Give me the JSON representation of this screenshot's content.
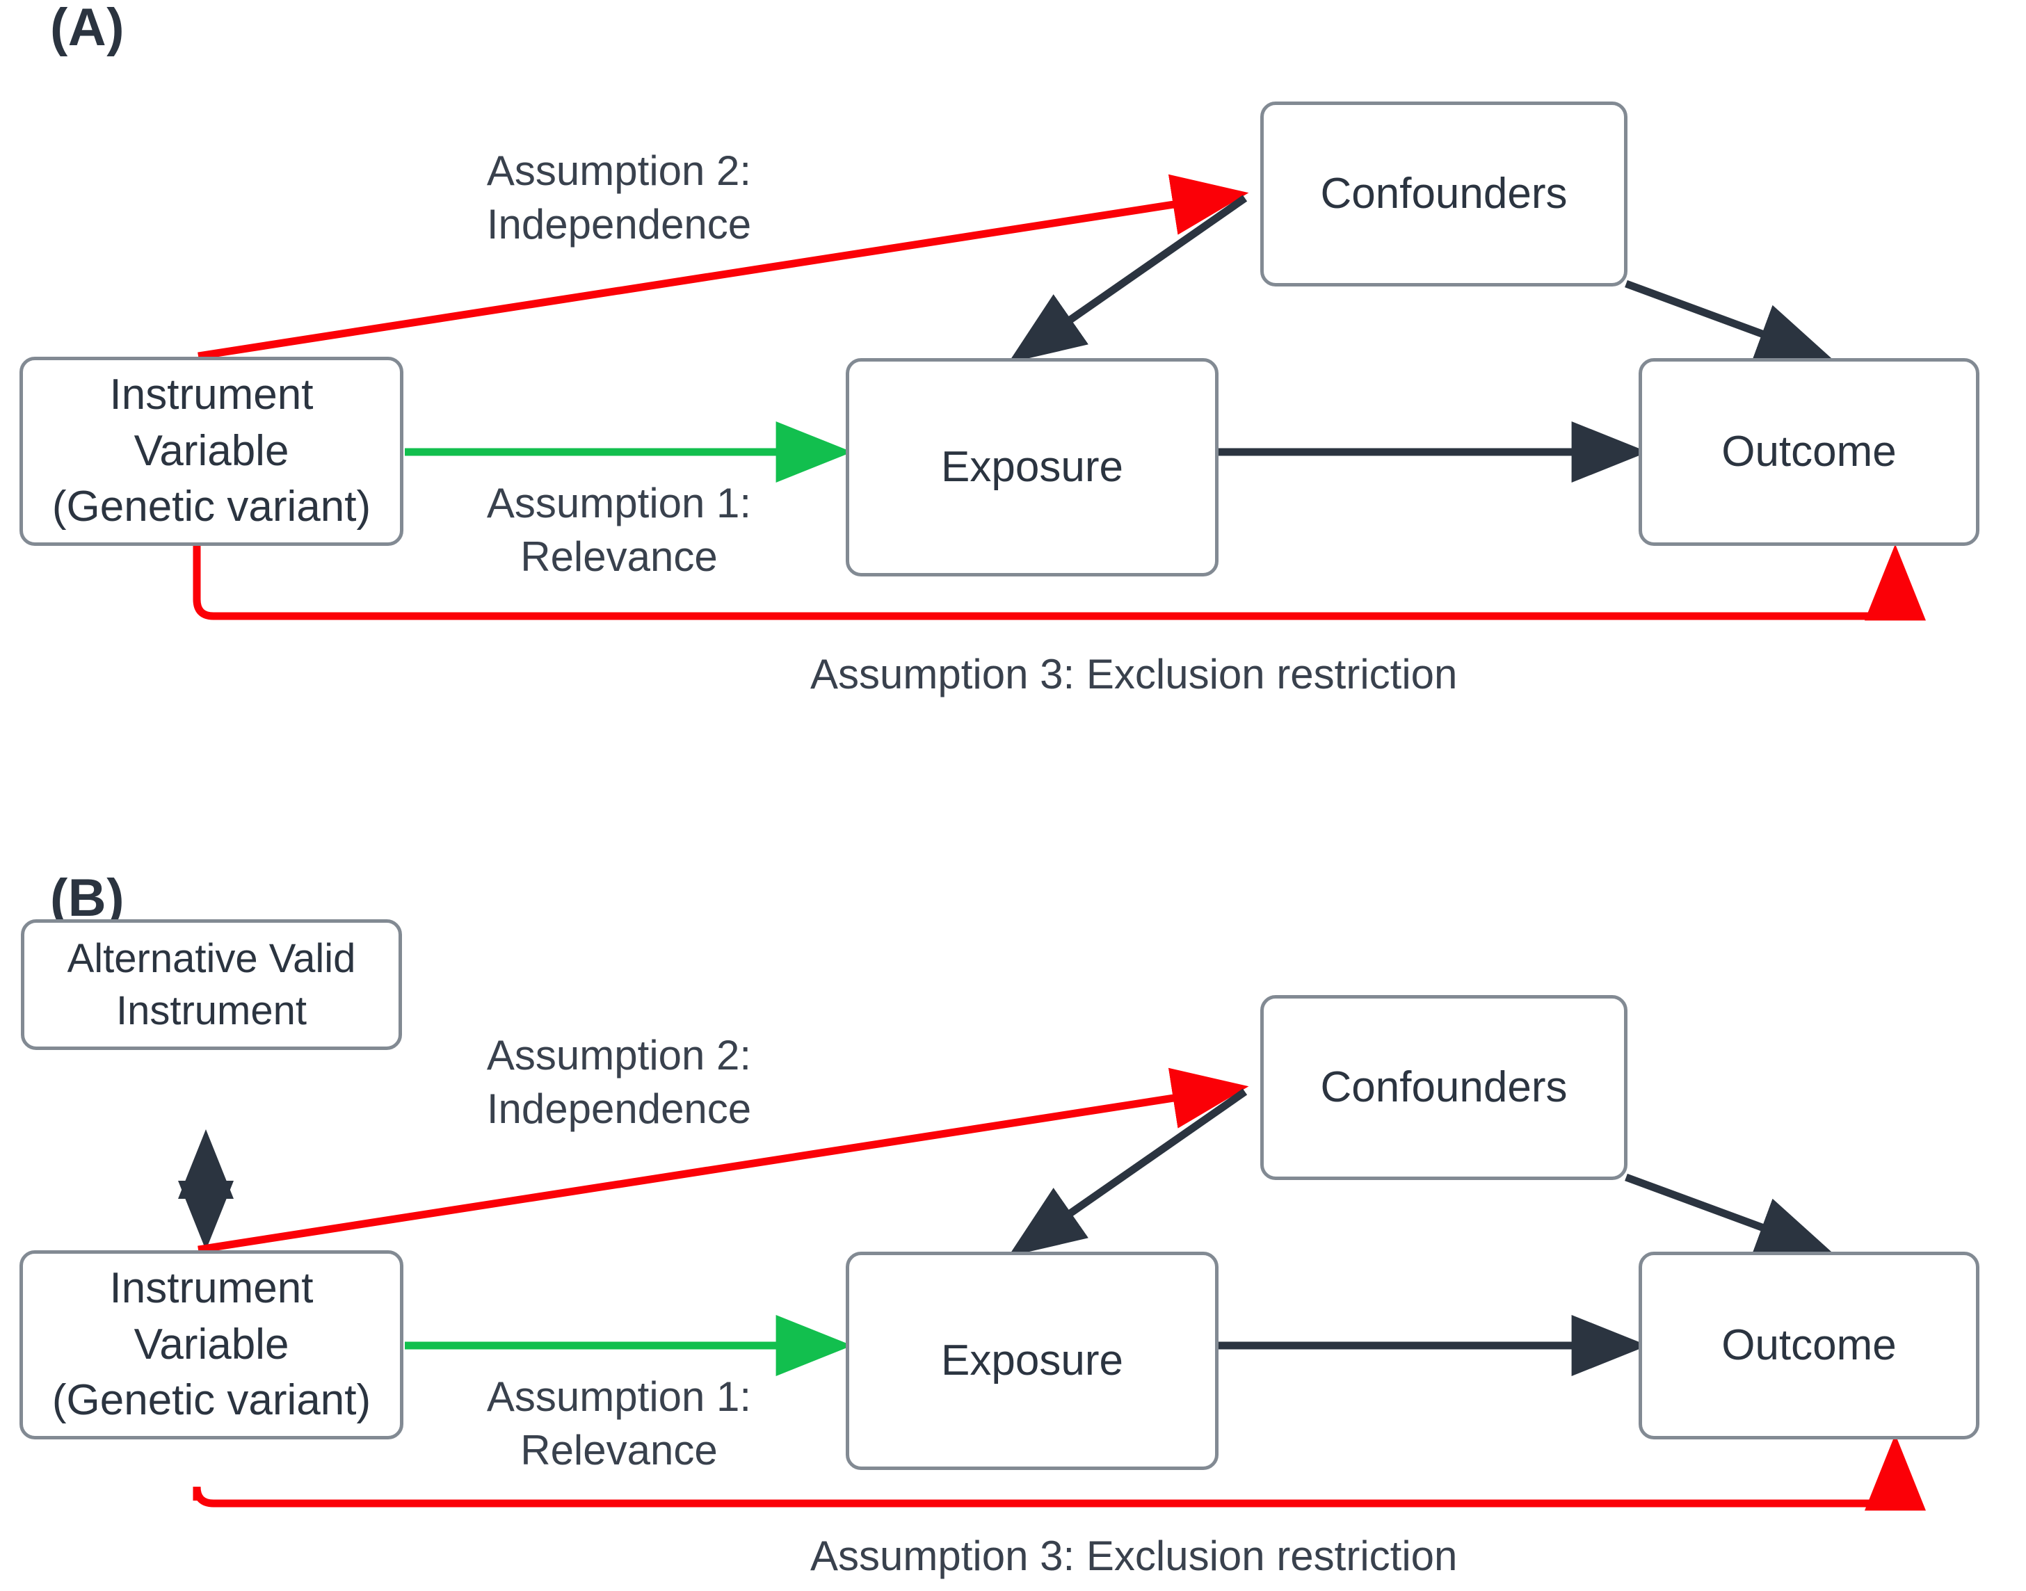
{
  "figure": {
    "title_visible": false,
    "background_color": "#ffffff",
    "node_border_color": "#828a93",
    "text_color": "#2b3440",
    "colors": {
      "dark_edge": "#2b3440",
      "red_edge": "#fb0007",
      "green_edge": "#12bf4e",
      "node_border": "#828a93",
      "node_fill": "#ffffff"
    }
  },
  "panels": [
    {
      "id": "panel-a",
      "label": "(A)",
      "nodes": [
        {
          "id": "iv",
          "label": "Instrument\nVariable\n(Genetic variant)"
        },
        {
          "id": "confounders",
          "label": "Confounders"
        },
        {
          "id": "exposure",
          "label": "Exposure"
        },
        {
          "id": "outcome",
          "label": "Outcome"
        }
      ],
      "edge_labels": [
        {
          "id": "assumption2",
          "text": "Assumption 2:\nIndependence",
          "color": "#fb0007"
        },
        {
          "id": "assumption1",
          "text": "Assumption 1:\nRelevance",
          "color": "#12bf4e"
        },
        {
          "id": "assumption3",
          "text": "Assumption 3: Exclusion restriction",
          "color": "#fb0007"
        }
      ],
      "edges": [
        {
          "from": "iv",
          "to": "confounders",
          "color": "#fb0007",
          "style": "straight-arrow"
        },
        {
          "from": "iv",
          "to": "exposure",
          "color": "#12bf4e",
          "style": "straight-arrow"
        },
        {
          "from": "iv",
          "to": "outcome",
          "color": "#fb0007",
          "style": "orthogonal-arrow"
        },
        {
          "from": "confounders",
          "to": "exposure",
          "color": "#2b3440",
          "style": "straight-arrow"
        },
        {
          "from": "confounders",
          "to": "outcome",
          "color": "#2b3440",
          "style": "straight-arrow"
        },
        {
          "from": "exposure",
          "to": "outcome",
          "color": "#2b3440",
          "style": "straight-arrow"
        }
      ]
    },
    {
      "id": "panel-b",
      "label": "(B)",
      "nodes": [
        {
          "id": "alt-instrument",
          "label": "Alternative Valid\nInstrument"
        },
        {
          "id": "iv",
          "label": "Instrument\nVariable\n(Genetic variant)"
        },
        {
          "id": "confounders",
          "label": "Confounders"
        },
        {
          "id": "exposure",
          "label": "Exposure"
        },
        {
          "id": "outcome",
          "label": "Outcome"
        }
      ],
      "edge_labels": [
        {
          "id": "assumption2",
          "text": "Assumption 2:\nIndependence",
          "color": "#fb0007"
        },
        {
          "id": "assumption1",
          "text": "Assumption 1:\nRelevance",
          "color": "#12bf4e"
        },
        {
          "id": "assumption3",
          "text": "Assumption 3: Exclusion restriction",
          "color": "#fb0007"
        }
      ],
      "edges": [
        {
          "from": "alt-instrument",
          "to": "iv",
          "color": "#2b3440",
          "style": "double-arrow"
        },
        {
          "from": "iv",
          "to": "confounders",
          "color": "#fb0007",
          "style": "straight-arrow"
        },
        {
          "from": "iv",
          "to": "exposure",
          "color": "#12bf4e",
          "style": "straight-arrow"
        },
        {
          "from": "iv",
          "to": "outcome",
          "color": "#fb0007",
          "style": "orthogonal-arrow"
        },
        {
          "from": "confounders",
          "to": "exposure",
          "color": "#2b3440",
          "style": "straight-arrow"
        },
        {
          "from": "confounders",
          "to": "outcome",
          "color": "#2b3440",
          "style": "straight-arrow"
        },
        {
          "from": "exposure",
          "to": "outcome",
          "color": "#2b3440",
          "style": "straight-arrow"
        }
      ]
    }
  ]
}
